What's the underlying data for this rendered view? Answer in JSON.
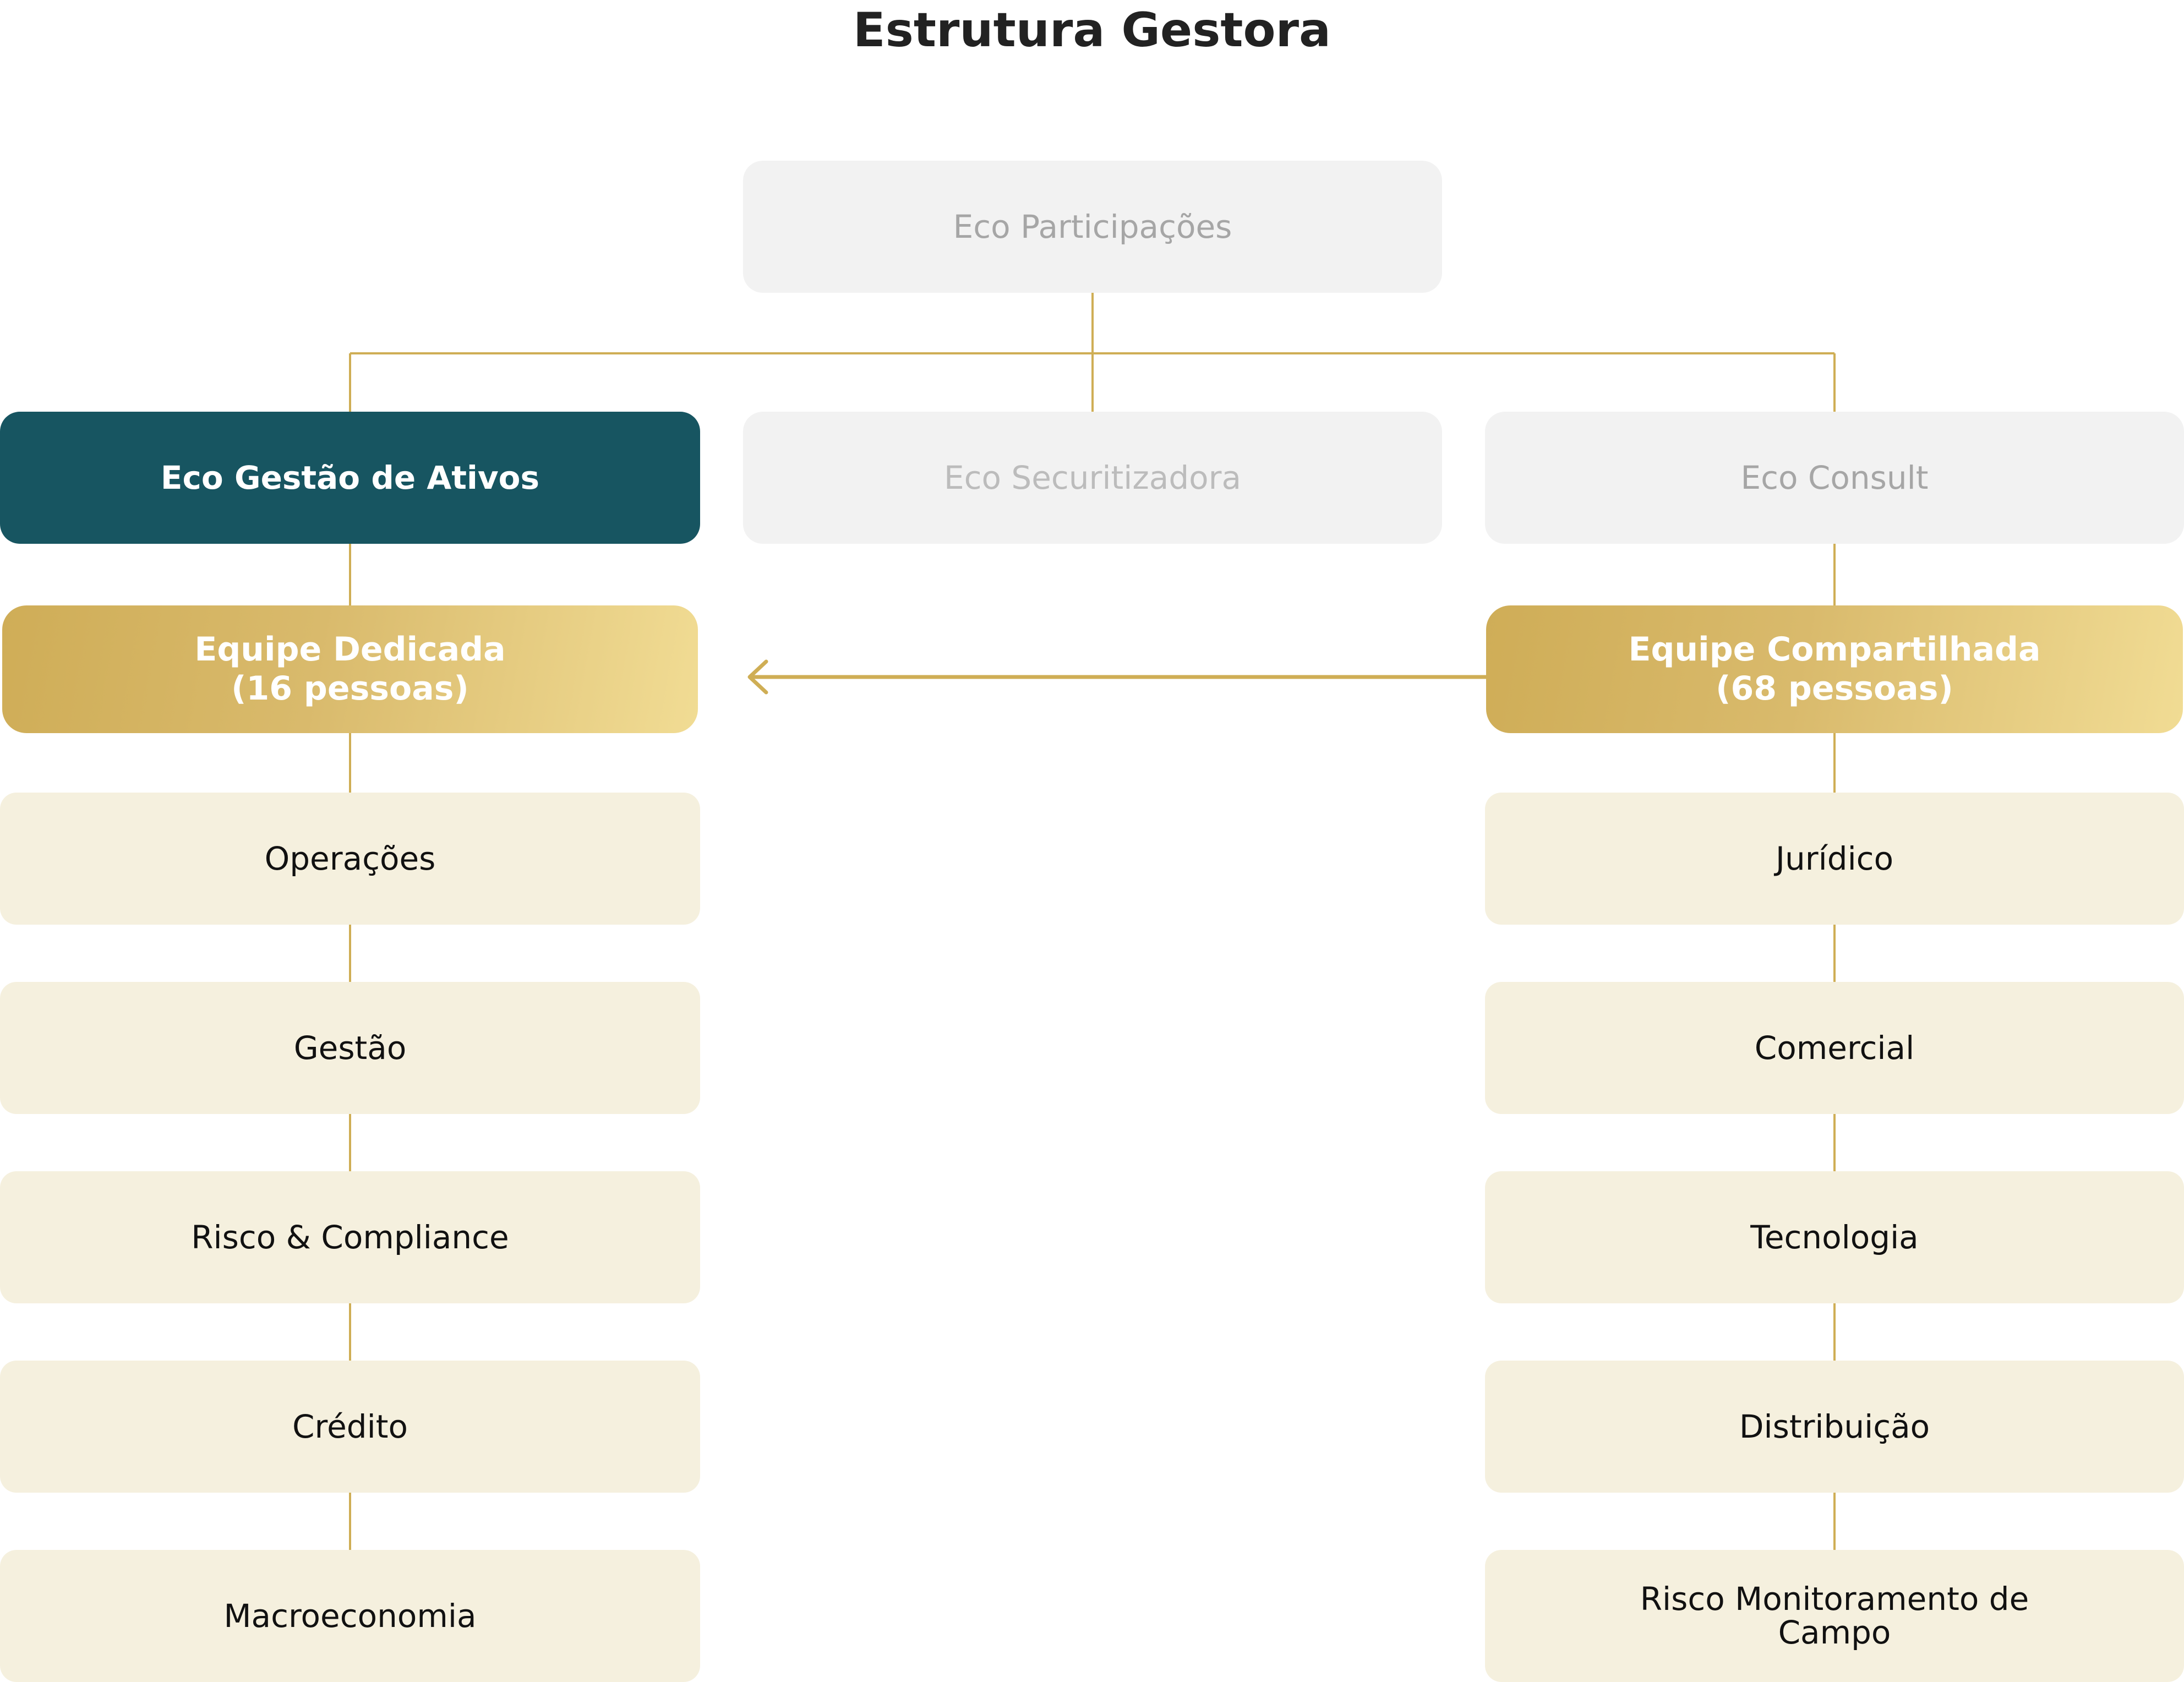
{
  "title": "Estrutura Gestora",
  "colors": {
    "connector": "#cfae55",
    "teal": "#175561",
    "gold_start": "#cfad57",
    "gold_end": "#f1dc94",
    "cream": "#f5f0de",
    "light_gray": "#f2f2f2"
  },
  "top_entity": "Eco Participações",
  "entities": {
    "gestao_ativos": "Eco Gestão de Ativos",
    "securitizadora": "Eco Securitizadora",
    "consult": "Eco Consult"
  },
  "teams": {
    "dedicated": {
      "line1": "Equipe Dedicada",
      "line2": "(16 pessoas)"
    },
    "shared": {
      "line1": "Equipe Compartilhada",
      "line2": "(68 pessoas)"
    }
  },
  "dedicated_areas": [
    "Operações",
    "Gestão",
    "Risco & Compliance",
    "Crédito",
    "Macroeconomia"
  ],
  "shared_areas": [
    "Jurídico",
    "Comercial",
    "Tecnologia",
    "Distribuição",
    "Risco Monitoramento de Campo"
  ],
  "shared_area_lines": {
    "risco_line1": "Risco Monitoramento de",
    "risco_line2": "Campo"
  }
}
